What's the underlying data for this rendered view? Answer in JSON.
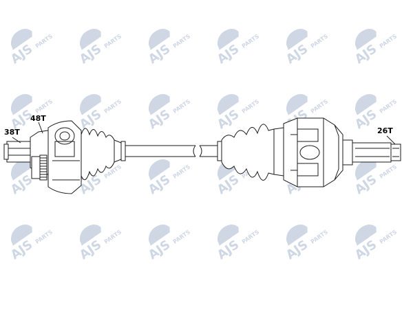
{
  "labels": {
    "left_outer_teeth": "38T",
    "left_inner_teeth": "48T",
    "right_teeth": "26T"
  },
  "watermark": {
    "brand": "AJS",
    "suffix": "PARTS",
    "color": "#2b4a8a",
    "icon": "car-logo-icon"
  },
  "colors": {
    "line": "#1a1a1a",
    "background": "#ffffff"
  }
}
